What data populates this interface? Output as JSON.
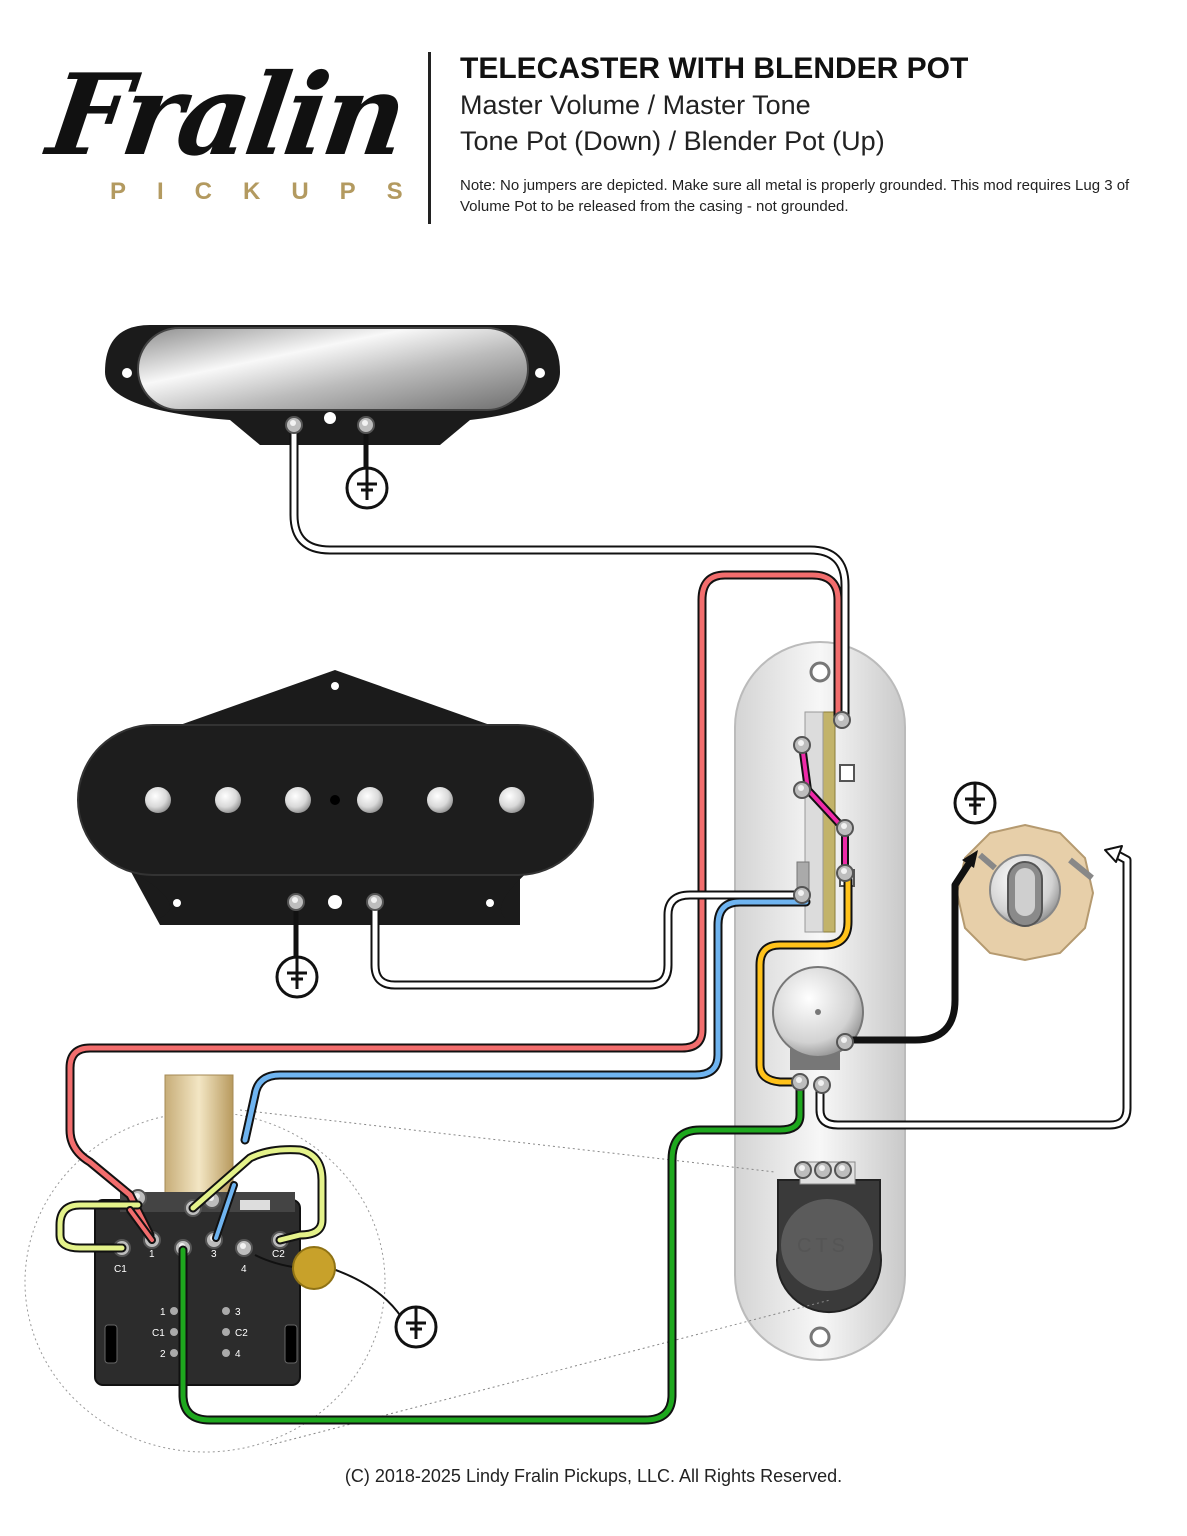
{
  "header": {
    "brand_word": "Fralin",
    "brand_sub": "PICKUPS",
    "title": "TELECASTER WITH BLENDER POT",
    "subtitle_1": "Master Volume / Master Tone",
    "subtitle_2": "Tone Pot (Down) / Blender Pot (Up)",
    "note": "Note: No jumpers are depicted. Make sure all metal is properly grounded. This mod requires Lug 3 of Volume Pot to be released from the casing - not grounded."
  },
  "labels": {
    "pot_brand": "CTS",
    "blender_lugs": [
      "C1",
      "1",
      "3",
      "4",
      "C2"
    ],
    "blender_side_left": [
      "1",
      "C1",
      "2"
    ],
    "blender_side_right": [
      "3",
      "C2",
      "4"
    ]
  },
  "wire_colors": {
    "neck_hot": "#ffffff",
    "bridge_hot": "#ffffff",
    "red": "#f26d6d",
    "blue": "#6fb4f0",
    "green": "#1ea81e",
    "yellow": "#ffc21a",
    "yellow_green": "#e4f28a",
    "magenta": "#ee2aa8",
    "black": "#111111"
  },
  "footer": {
    "copyright": "(C) 2018-2025 Lindy Fralin Pickups, LLC. All Rights Reserved."
  }
}
